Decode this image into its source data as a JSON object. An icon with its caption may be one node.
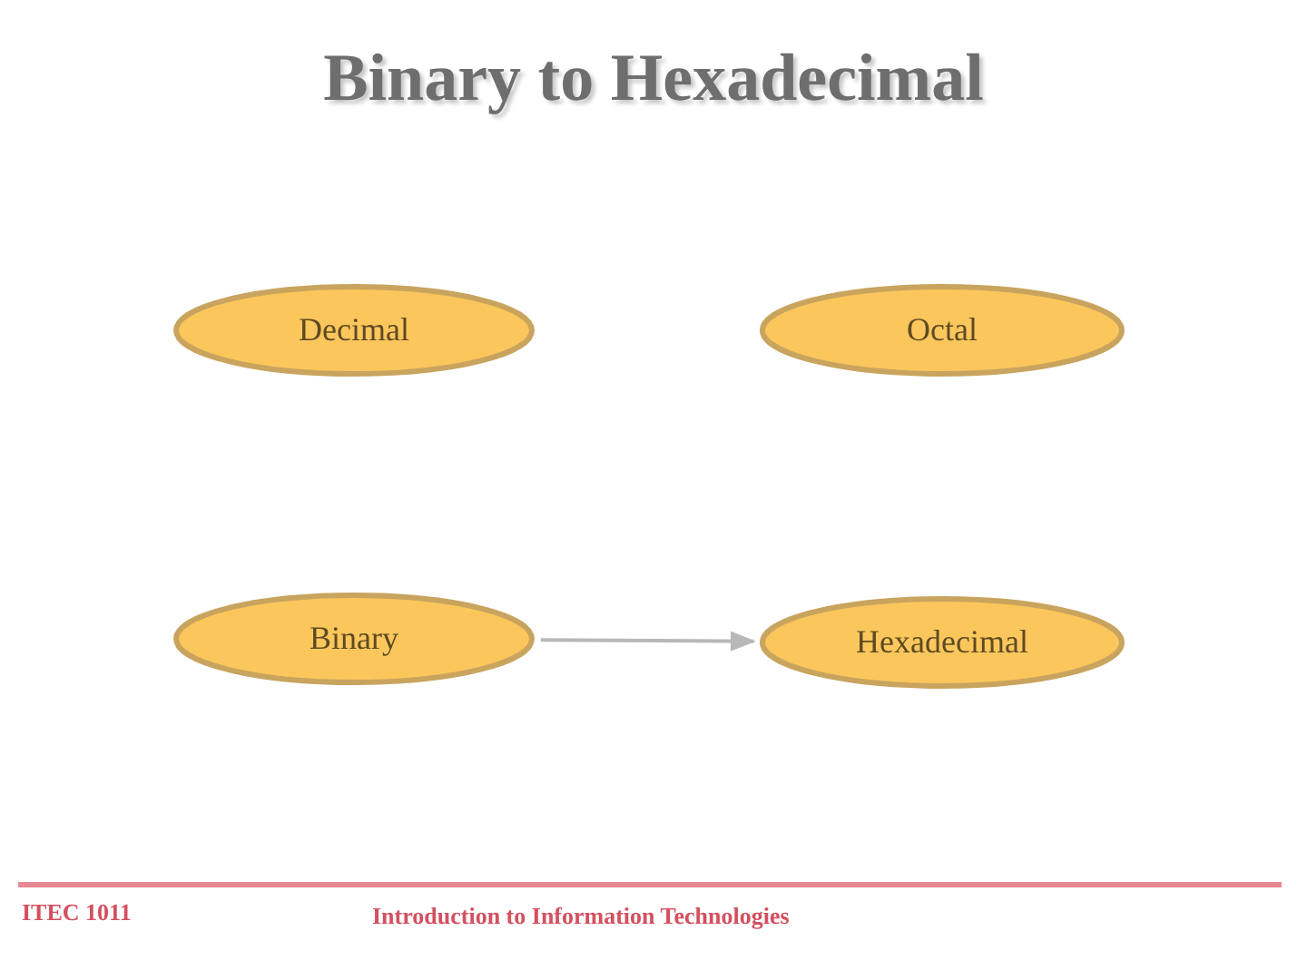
{
  "diagram": {
    "title": "Binary to Hexadecimal",
    "nodes": [
      {
        "text": [
          "Decimal"
        ]
      },
      {
        "text": [
          "Octal"
        ]
      },
      {
        "text": [
          "Binary"
        ]
      },
      {
        "text": [
          "Hexadecimal"
        ]
      }
    ],
    "edges": [
      {
        "from": 2,
        "to": 3,
        "arrow": "to"
      }
    ],
    "labels": [
      "ITEC 1011",
      "Introduction to Information Technologies"
    ]
  }
}
